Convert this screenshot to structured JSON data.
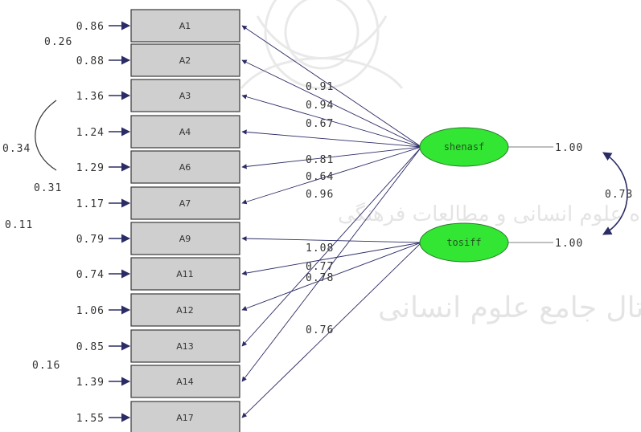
{
  "observed": [
    {
      "id": "A1",
      "error": "0.86"
    },
    {
      "id": "A2",
      "error": "0.88"
    },
    {
      "id": "A3",
      "error": "1.36"
    },
    {
      "id": "A4",
      "error": "1.24"
    },
    {
      "id": "A6",
      "error": "1.29"
    },
    {
      "id": "A7",
      "error": "1.17"
    },
    {
      "id": "A9",
      "error": "0.79"
    },
    {
      "id": "A11",
      "error": "0.74"
    },
    {
      "id": "A12",
      "error": "1.06"
    },
    {
      "id": "A13",
      "error": "0.85"
    },
    {
      "id": "A14",
      "error": "1.39"
    },
    {
      "id": "A17",
      "error": "1.55"
    }
  ],
  "latent": [
    {
      "id": "shenasf",
      "variance": "1.00"
    },
    {
      "id": "tosiff",
      "variance": "1.00"
    }
  ],
  "loadings": {
    "shenasf": [
      {
        "to": "A1",
        "value": "0.91"
      },
      {
        "to": "A2",
        "value": "0.94"
      },
      {
        "to": "A3",
        "value": "0.67"
      },
      {
        "to": "A4",
        "value": "0.81"
      },
      {
        "to": "A6",
        "value": "0.64"
      },
      {
        "to": "A7",
        "value": "0.96"
      },
      {
        "to": "A13",
        "value": "1.08"
      },
      {
        "to": "A14",
        "value": "0.77"
      }
    ],
    "tosiff": [
      {
        "to": "A9",
        "value": ""
      },
      {
        "to": "A11",
        "value": "0.78"
      },
      {
        "to": "A12",
        "value": ""
      },
      {
        "to": "A17",
        "value": "0.76"
      }
    ]
  },
  "error_covariances": [
    {
      "from": "A1",
      "to": "A2",
      "value": "0.26"
    },
    {
      "from": "A3",
      "to": "A6",
      "value": "0.34"
    },
    {
      "from": "A6",
      "to": "A7",
      "value": "0.31"
    },
    {
      "from": "A7",
      "to": "A9",
      "value": "0.11"
    },
    {
      "from": "A13",
      "to": "A14",
      "value": "0.16"
    }
  ],
  "latent_covariance": {
    "value": "0.73"
  },
  "colors": {
    "latent_fill": "#33e633",
    "box_fill": "#cfcfcf",
    "arrow": "#2b2b66"
  }
}
